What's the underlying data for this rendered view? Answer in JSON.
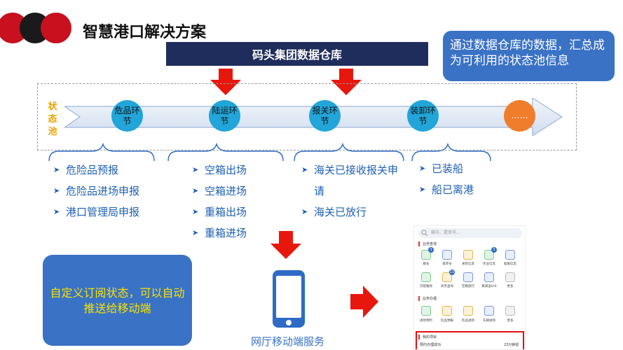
{
  "title": "智慧港口解决方案",
  "banner": "码头集团数据仓库",
  "callout": "通过数据仓库的数据，汇总成为可利用的状态池信息",
  "pool_label": "状态池",
  "nodes": [
    {
      "label": "危品环节"
    },
    {
      "label": "陆运环节"
    },
    {
      "label": "报关环节"
    },
    {
      "label": "装卸环节"
    },
    {
      "label": "……"
    }
  ],
  "lists": {
    "danger": [
      "危险品预报",
      "危险品进场申报",
      "港口管理局申报"
    ],
    "land": [
      "空箱出场",
      "空箱进场",
      "重箱出场",
      "重箱进场"
    ],
    "customs": [
      "海关已接收报关申请",
      "海关已放行"
    ],
    "loading": [
      "已装船",
      "船已离港"
    ]
  },
  "subscribe_text": "自定义订阅状态，可以自动推送给移动端",
  "mobile_caption": "网厅移动端服务",
  "mock": {
    "search_placeholder": "箱号、提单号...",
    "section1": "业务查询",
    "section2": "业务办理",
    "section3": "我的项目",
    "row1": [
      "箱号",
      "提单号",
      "关检信息",
      "作业信息",
      "船舶信息"
    ],
    "row2": [
      "可提箱场",
      "商务查询",
      "空箱放行",
      "集疏运GIS",
      "更多"
    ],
    "row3": [
      "进场预约",
      "危品预报",
      "危品进场",
      "车辆进场",
      "更多"
    ],
    "badges": [
      "3",
      "3",
      "11"
    ],
    "last_item": "预约办理成功",
    "last_time": "23分钟前"
  },
  "colors": {
    "accent_blue": "#3a72c5",
    "dark_navy": "#1f2d5c",
    "node_blue": "#22a5d8",
    "arrow_red": "#e8170e",
    "pool_yellow": "#e8a200"
  }
}
